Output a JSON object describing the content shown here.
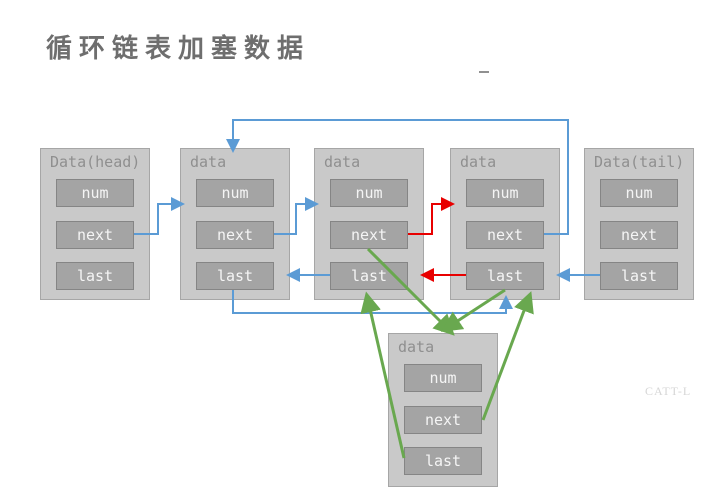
{
  "title": "循环链表加塞数据",
  "watermark": "CATT-L",
  "colors": {
    "blue": "#5b9bd5",
    "red": "#e80000",
    "green": "#69a84f",
    "node_fill": "#c9c9c9",
    "node_border": "#a6a6a6",
    "field_fill": "#a4a4a4",
    "field_border": "#858585",
    "label_text": "#8f8f8f",
    "field_text": "#f5f5f5",
    "title_text": "#6e6e6e",
    "watermark_text": "#d6d6d6"
  },
  "nodes": [
    {
      "label": "Data(head)",
      "fields": [
        "num",
        "next",
        "last"
      ]
    },
    {
      "label": "data",
      "fields": [
        "num",
        "next",
        "last"
      ]
    },
    {
      "label": "data",
      "fields": [
        "num",
        "next",
        "last"
      ]
    },
    {
      "label": "data",
      "fields": [
        "num",
        "next",
        "last"
      ]
    },
    {
      "label": "Data(tail)",
      "fields": [
        "num",
        "next",
        "last"
      ]
    },
    {
      "label": "data",
      "fields": [
        "num",
        "next",
        "last"
      ]
    }
  ]
}
